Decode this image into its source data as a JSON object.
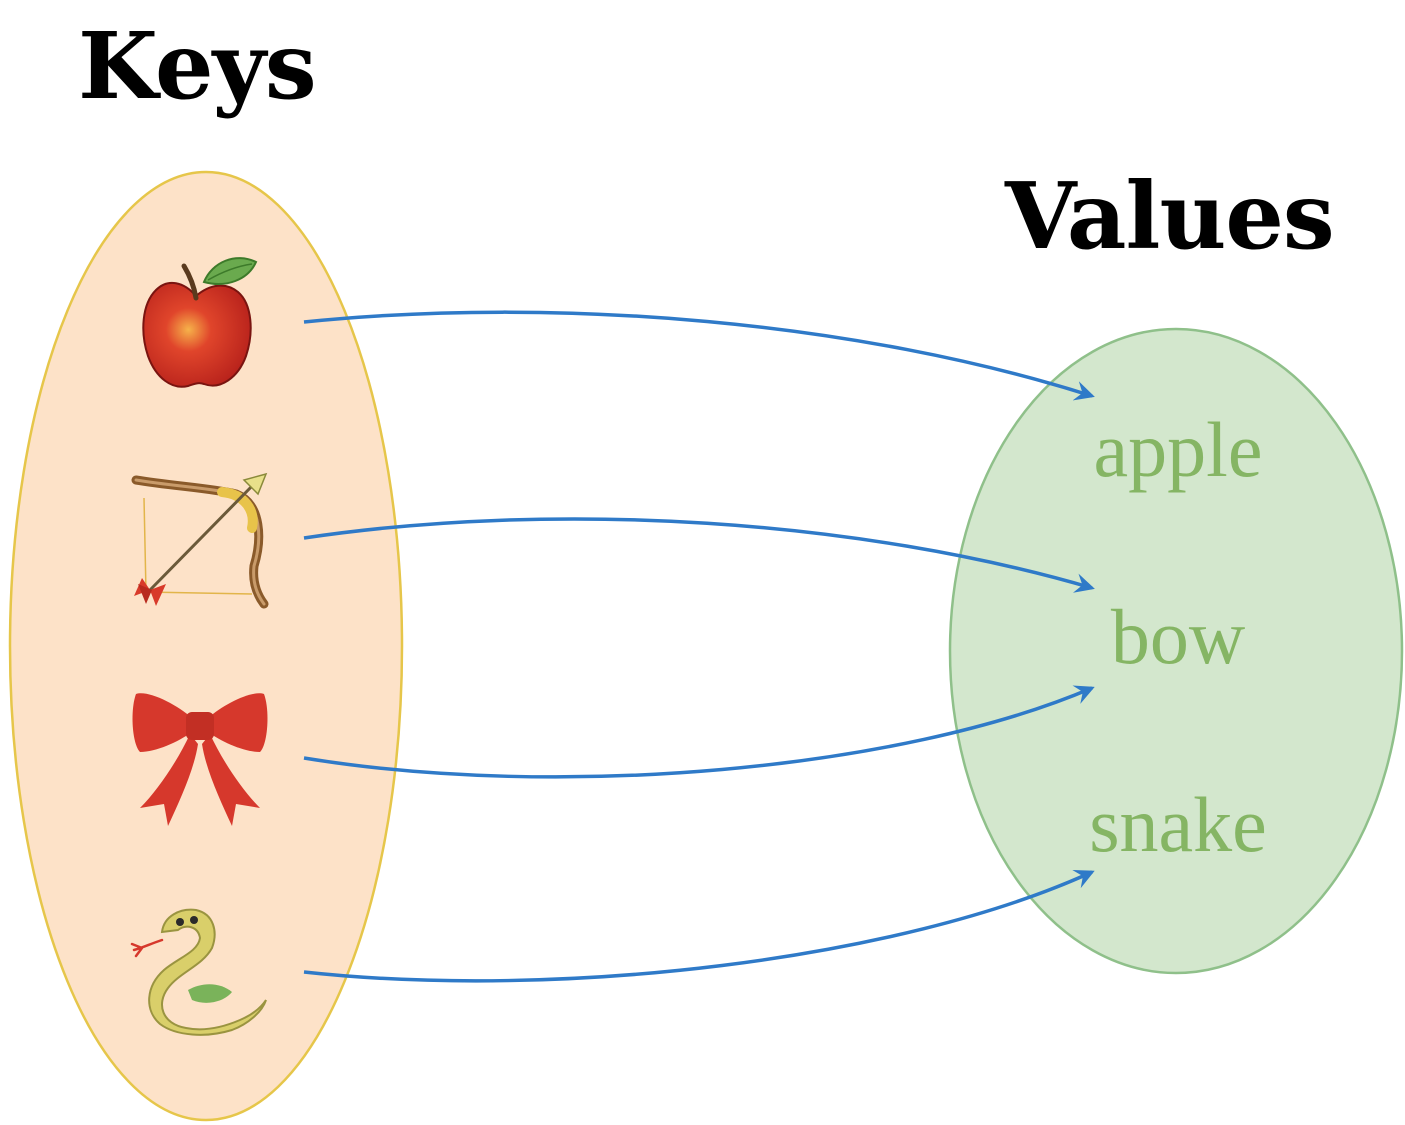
{
  "keys_title": "Keys",
  "values_title": "Values",
  "keys": [
    {
      "icon": "apple-icon"
    },
    {
      "icon": "bow-and-arrow-icon"
    },
    {
      "icon": "ribbon-bow-icon"
    },
    {
      "icon": "snake-icon"
    }
  ],
  "values": [
    "apple",
    "bow",
    "snake"
  ],
  "mapping": [
    {
      "from": "apple-icon",
      "to": "apple"
    },
    {
      "from": "bow-and-arrow-icon",
      "to": "bow"
    },
    {
      "from": "ribbon-bow-icon",
      "to": "bow"
    },
    {
      "from": "snake-icon",
      "to": "snake"
    }
  ],
  "colors": {
    "keys_fill": "#fde2c8",
    "keys_stroke": "#e6c64a",
    "values_fill": "#d3e7cd",
    "values_stroke": "#8fc08a",
    "value_text": "#85b564",
    "arrow": "#2f7ac8"
  }
}
